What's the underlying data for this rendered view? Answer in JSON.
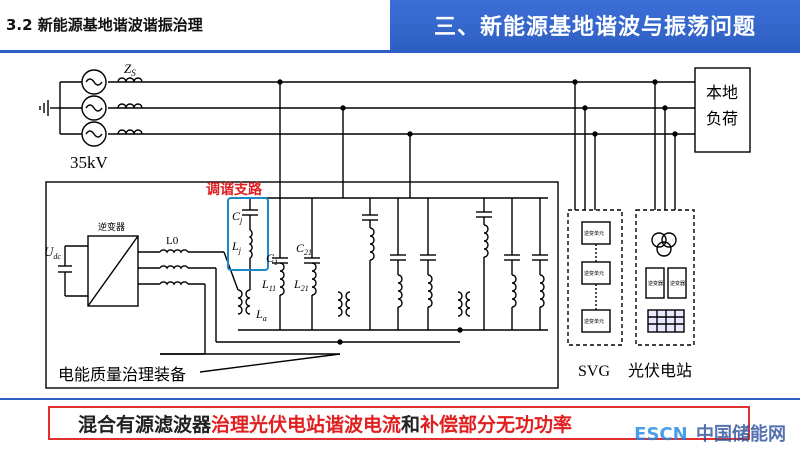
{
  "header": {
    "section_title": "3.2 新能源基地谐波谐振治理",
    "banner_title": "三、新能源基地谐波与振荡问题"
  },
  "diagram": {
    "voltage_label": "35kV",
    "zs_label": "Z",
    "zs_sub": "S",
    "local_load_line1": "本地",
    "local_load_line2": "负荷",
    "tuning_branch_label": "调谐支路",
    "inverter_label": "逆变器",
    "ud_label": "U",
    "ud_sub": "dc",
    "l0_label": "L0",
    "cj_label": "C",
    "cj_sub": "j",
    "lj_label": "L",
    "lj_sub": "j",
    "c1_label": "C",
    "c1_sub": "1",
    "c2_label": "C",
    "c2_sub": "21",
    "l11_label": "L",
    "l11_sub": "11",
    "l21_label": "L",
    "l21_sub": "21",
    "la_label": "L",
    "la_sub": "a",
    "device_label": "电能质量治理装备",
    "svg_label": "SVG",
    "pv_label": "光伏电站",
    "svg_unit_label": "逆变单元",
    "pv_unit_label": "逆变器"
  },
  "caption": {
    "part1": "混合有源滤波器",
    "part2": "治理光伏电站谐波电流",
    "part3": "和",
    "part4": "补偿部分无功功率"
  },
  "watermark": {
    "logo": "ESCN",
    "text": "中国储能网"
  },
  "colors": {
    "accent": "#2e5fc4",
    "highlight_red": "#e02020",
    "tuning_box": "#1e88c7"
  }
}
